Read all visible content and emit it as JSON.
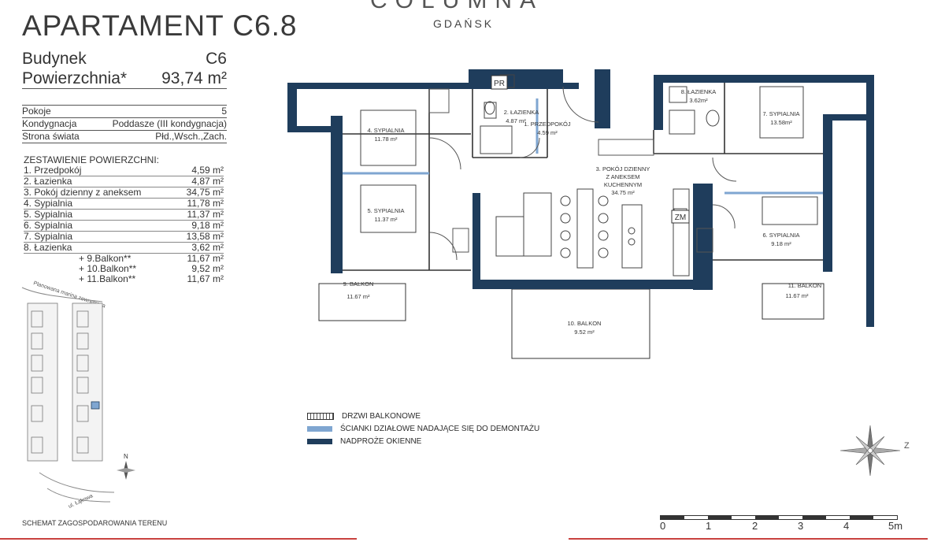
{
  "header": {
    "brand": "COLUMNA",
    "city": "GDAŃSK",
    "title": "APARTAMENT C6.8"
  },
  "summary": {
    "building_label": "Budynek",
    "building_value": "C6",
    "area_label": "Powierzchnia*",
    "area_value": "93,74 m²",
    "rooms_label": "Pokoje",
    "rooms_value": "5",
    "floor_label": "Kondygnacja",
    "floor_value": "Poddasze (III kondygnacja)",
    "orientation_label": "Strona świata",
    "orientation_value": "Płd.,Wsch.,Zach."
  },
  "areas": {
    "title": "ZESTAWIENIE POWIERZCHNI:",
    "rows": [
      {
        "label": "1. Przedpokój",
        "value": "4,59 m²"
      },
      {
        "label": "2. Łazienka",
        "value": "4,87 m²"
      },
      {
        "label": "3. Pokój dzienny z aneksem",
        "value": "34,75 m²"
      },
      {
        "label": "4. Sypialnia",
        "value": "11,78 m²"
      },
      {
        "label": "5. Sypialnia",
        "value": "11,37 m²"
      },
      {
        "label": "6. Sypialnia",
        "value": "9,18 m²"
      },
      {
        "label": "7. Sypialnia",
        "value": "13,58 m²"
      },
      {
        "label": "8. Łazienka",
        "value": "3,62 m²"
      }
    ],
    "balconies": [
      {
        "label": "+ 9.Balkon**",
        "value": "11,67 m²"
      },
      {
        "label": "+ 10.Balkon**",
        "value": "9,52 m²"
      },
      {
        "label": "+ 11.Balkon**",
        "value": "11,67 m²"
      }
    ]
  },
  "site_plan": {
    "planned_street": "Planowana marina zewnętrzna",
    "street": "ul. Łąkowa",
    "north": "N",
    "caption": "SCHEMAT ZAGOSPODAROWANIA TERENU"
  },
  "floorplan": {
    "rooms": {
      "r1": {
        "name": "1. PRZEDPOKÓJ",
        "area": "4.59 m²"
      },
      "r2": {
        "name": "2. ŁAZIENKA",
        "area": "4.87 m²"
      },
      "r3": {
        "name1": "3. POKÓJ DZIENNY",
        "name2": "Z ANEKSEM",
        "name3": "KUCHENNYM",
        "area": "34.75 m²"
      },
      "r4": {
        "name": "4. SYPIALNIA",
        "area": "11.78 m²"
      },
      "r5": {
        "name": "5. SYPIALNIA",
        "area": "11.37 m²"
      },
      "r6": {
        "name": "6. SYPIALNIA",
        "area": "9.18 m²"
      },
      "r7": {
        "name": "7. SYPIALNIA",
        "area": "13.58m²"
      },
      "r8": {
        "name": "8. ŁAZIENKA",
        "area": "3.62m²"
      },
      "r9": {
        "name": "9. BALKON",
        "area": "11.67 m²"
      },
      "r10": {
        "name": "10. BALKON",
        "area": "9.52 m²"
      },
      "r11": {
        "name": "11. BALKON",
        "area": "11.67 m²"
      }
    },
    "pr": "PR",
    "zm": "ZM"
  },
  "legend": [
    {
      "label": "DRZWI BALKONOWE"
    },
    {
      "label": "ŚCIANKI DZIAŁOWE NADAJĄCE SIĘ DO DEMONTAŻU"
    },
    {
      "label": "NADPROŻE OKIENNE"
    }
  ],
  "compass": {
    "label": "Z"
  },
  "scale": {
    "ticks": [
      "0",
      "1",
      "2",
      "3",
      "4",
      "5m"
    ]
  },
  "colors": {
    "wall": "#1f3d5c",
    "partition": "#7fa6d1",
    "accent_line": "#c9423f",
    "text": "#2b2b2b"
  }
}
